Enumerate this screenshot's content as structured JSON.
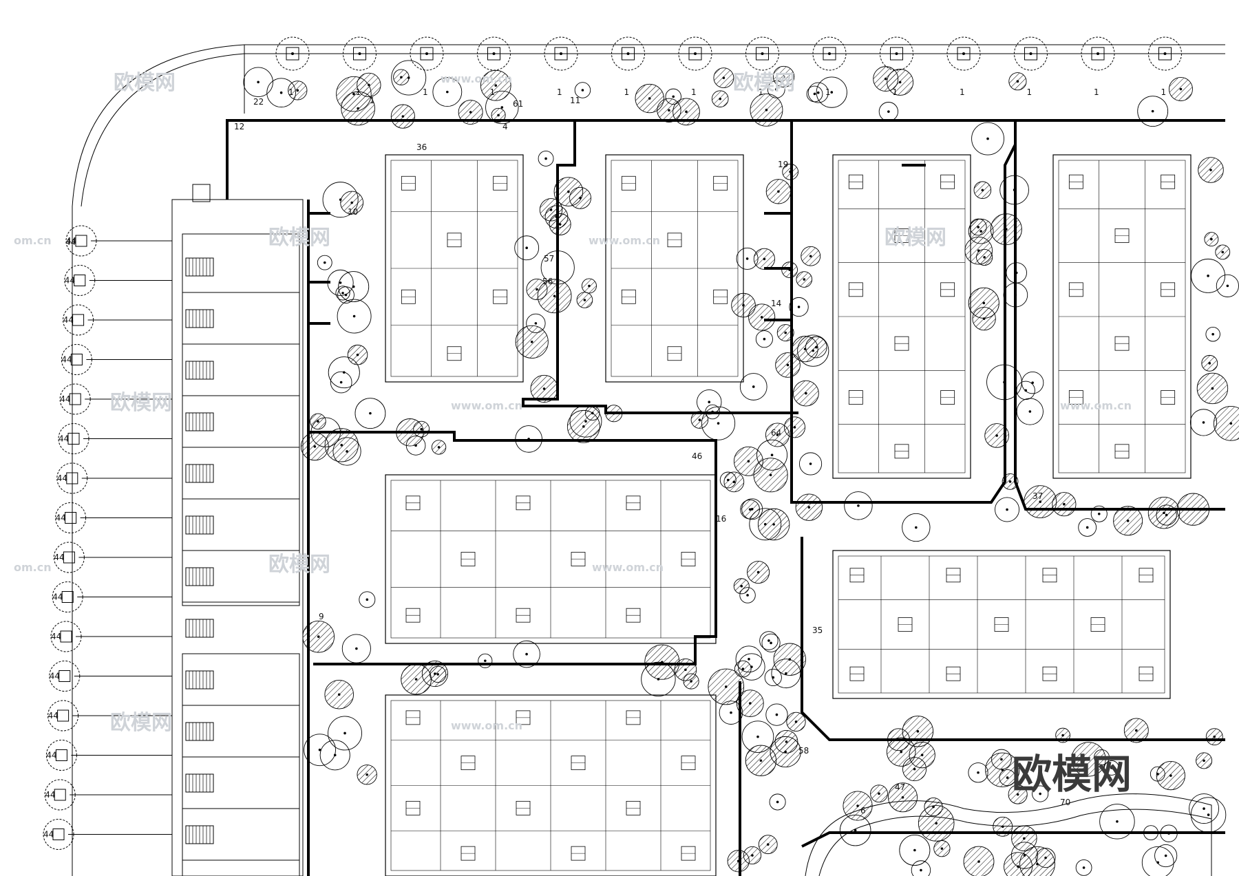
{
  "drawing": {
    "type": "residential landscape planting plan",
    "line_color": "#000000",
    "hatch_color": "#000000",
    "background": "#ffffff",
    "watermark_color": "#cfd3d8"
  },
  "watermarks": {
    "brand": "欧模网",
    "url": "www.om.cn",
    "url_short": "om.cn",
    "logo_text": "欧模网"
  },
  "plant_codes_visible": [
    "1",
    "4",
    "6",
    "9",
    "10",
    "11",
    "12",
    "14",
    "16",
    "19",
    "22",
    "35",
    "36",
    "37",
    "44",
    "46",
    "47",
    "56",
    "57",
    "58",
    "61",
    "64",
    "70"
  ],
  "tree_row_top": {
    "code": "1",
    "count": 14
  },
  "tree_column_left": {
    "code": "44",
    "count": 16
  }
}
